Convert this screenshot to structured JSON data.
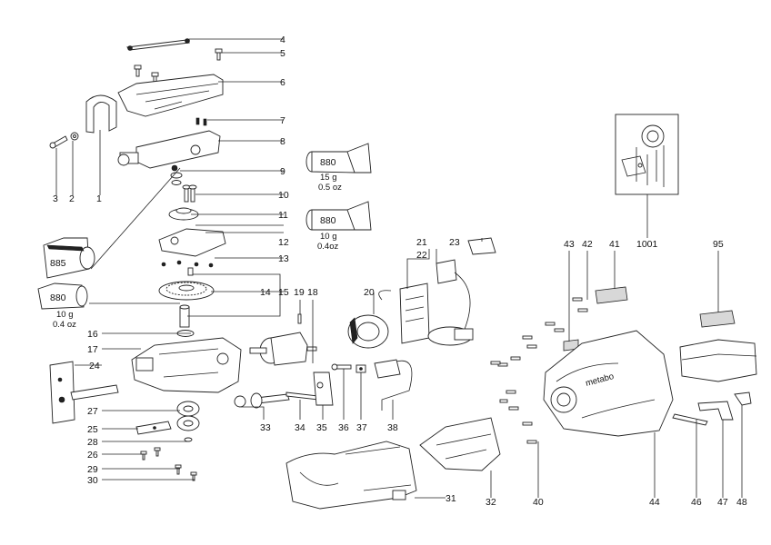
{
  "callouts": [
    "4",
    "5",
    "6",
    "7",
    "8",
    "9",
    "10",
    "11",
    "12",
    "13",
    "14",
    "15",
    "16",
    "17",
    "18",
    "19",
    "20",
    "21",
    "22",
    "23",
    "24",
    "25",
    "26",
    "27",
    "28",
    "29",
    "30",
    "31",
    "32",
    "33",
    "34",
    "35",
    "36",
    "37",
    "38",
    "40",
    "41",
    "42",
    "43",
    "44",
    "46",
    "47",
    "48",
    "95",
    "1001",
    "1",
    "2",
    "3"
  ],
  "grease": {
    "top": {
      "code": "880",
      "qty1": "15 g",
      "qty2": "0.5 oz"
    },
    "mid": {
      "code": "880",
      "qty1": "10 g",
      "qty2": "0.4oz"
    },
    "left_big": {
      "code": "885"
    },
    "left_small": {
      "code": "880",
      "qty1": "10 g",
      "qty2": "0.4 oz"
    }
  },
  "brand_text": "metabo"
}
